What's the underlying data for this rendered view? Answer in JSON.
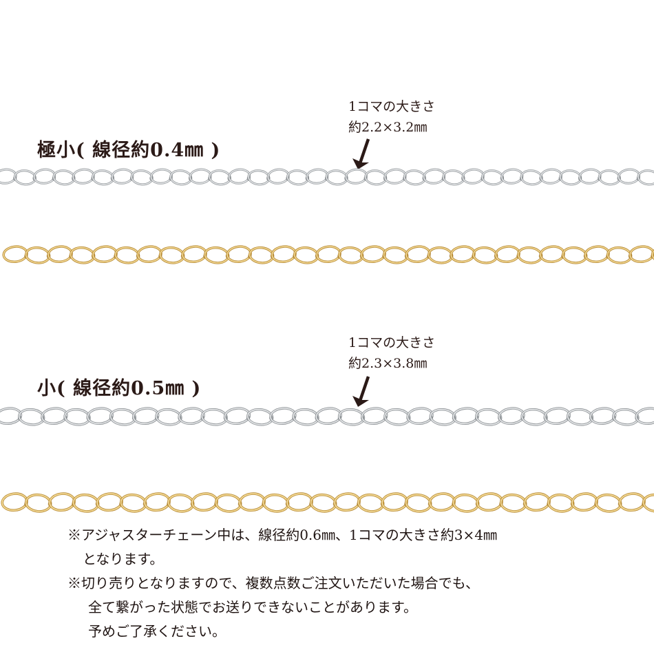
{
  "sections": [
    {
      "title": "極小( 線径約0.4㎜ )",
      "size_label_line1": "1コマの大きさ",
      "size_label_line2": "約2.2×3.2㎜",
      "chains": [
        {
          "finish": "silver",
          "color": "#b8bcbf",
          "highlight": "#f2f3f4",
          "shadow": "#7d8286"
        },
        {
          "finish": "gold",
          "color": "#d4aa52",
          "highlight": "#f6e2a8",
          "shadow": "#a67a2a"
        }
      ]
    },
    {
      "title": "小( 線径約0.5㎜ )",
      "size_label_line1": "1コマの大きさ",
      "size_label_line2": "約2.3×3.8㎜",
      "chains": [
        {
          "finish": "silver",
          "color": "#b4b8bb",
          "highlight": "#f0f1f2",
          "shadow": "#787d81"
        },
        {
          "finish": "gold",
          "color": "#d6ad55",
          "highlight": "#f7e4ab",
          "shadow": "#a87c2c"
        }
      ]
    }
  ],
  "notes": {
    "line1": "※アジャスターチェーン中は、線径約0.6㎜、1コマの大きさ約3×4㎜",
    "line2": "となります。",
    "line3": "※切り売りとなりますので、複数点数ご注文いただいた場合でも、",
    "line4": "全て繋がった状態でお送りできないことがあります。",
    "line5": "予めご了承ください。"
  },
  "icons": {
    "arrow": "arrow-down-left-icon"
  }
}
